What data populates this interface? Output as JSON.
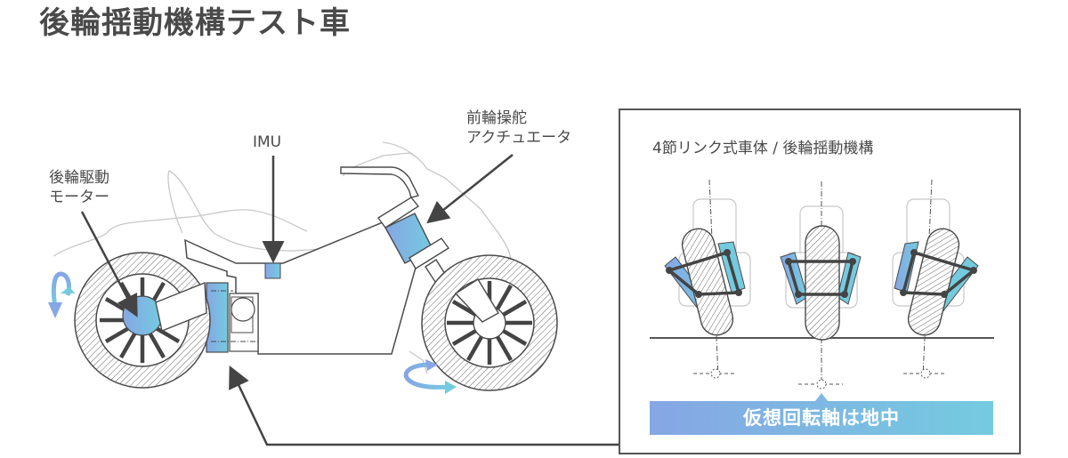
{
  "title": "後輪揺動機構テスト車",
  "labels": {
    "imu": "IMU",
    "rear_motor_line1": "後輪駆動",
    "rear_motor_line2": "モーター",
    "front_steer_line1": "前輪操舵",
    "front_steer_line2": "アクチュエータ"
  },
  "panel": {
    "title": "4節リンク式車体 / 後輪揺動機構",
    "banner": "仮想回転軸は地中",
    "states": [
      "lean-left",
      "upright",
      "lean-right"
    ]
  },
  "icons": {
    "rear_rotation_arrow": "curved-double-arrow-vertical",
    "front_rotation_arrow": "curved-double-arrow-horizontal",
    "callout_arrows": [
      "arrow-to-rear-motor",
      "arrow-to-imu",
      "arrow-to-steer-actuator",
      "arrow-from-panel-to-swing-mechanism"
    ]
  },
  "colors": {
    "accent_start": "#86a6e4",
    "accent_end": "#74cbe0",
    "line": "#4a4a4a",
    "ghost": "#c8c8c8"
  }
}
